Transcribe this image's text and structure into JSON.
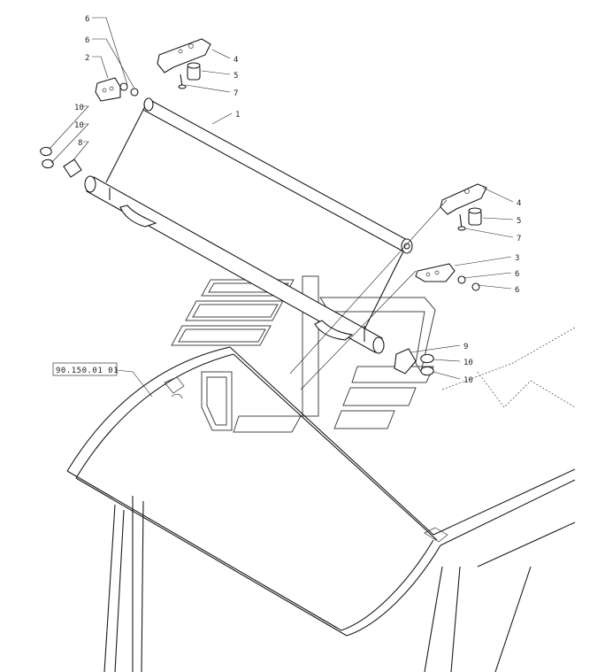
{
  "reference_box": {
    "text": "90.150.01 01"
  },
  "callouts": [
    {
      "id": "c-6a",
      "label": "6"
    },
    {
      "id": "c-6b",
      "label": "6"
    },
    {
      "id": "c-2",
      "label": "2"
    },
    {
      "id": "c-10a",
      "label": "10"
    },
    {
      "id": "c-10b",
      "label": "10"
    },
    {
      "id": "c-8a",
      "label": "8"
    },
    {
      "id": "c-4a",
      "label": "4"
    },
    {
      "id": "c-5a",
      "label": "5"
    },
    {
      "id": "c-7a",
      "label": "7"
    },
    {
      "id": "c-1",
      "label": "1"
    },
    {
      "id": "c-4b",
      "label": "4"
    },
    {
      "id": "c-5b",
      "label": "5"
    },
    {
      "id": "c-7b",
      "label": "7"
    },
    {
      "id": "c-3",
      "label": "3"
    },
    {
      "id": "c-6c",
      "label": "6"
    },
    {
      "id": "c-6d",
      "label": "6"
    },
    {
      "id": "c-9",
      "label": "9"
    },
    {
      "id": "c-10c",
      "label": "10"
    },
    {
      "id": "c-10d",
      "label": "10"
    }
  ],
  "colors": {
    "line": "#1a1a1a",
    "background": "#ffffff"
  }
}
